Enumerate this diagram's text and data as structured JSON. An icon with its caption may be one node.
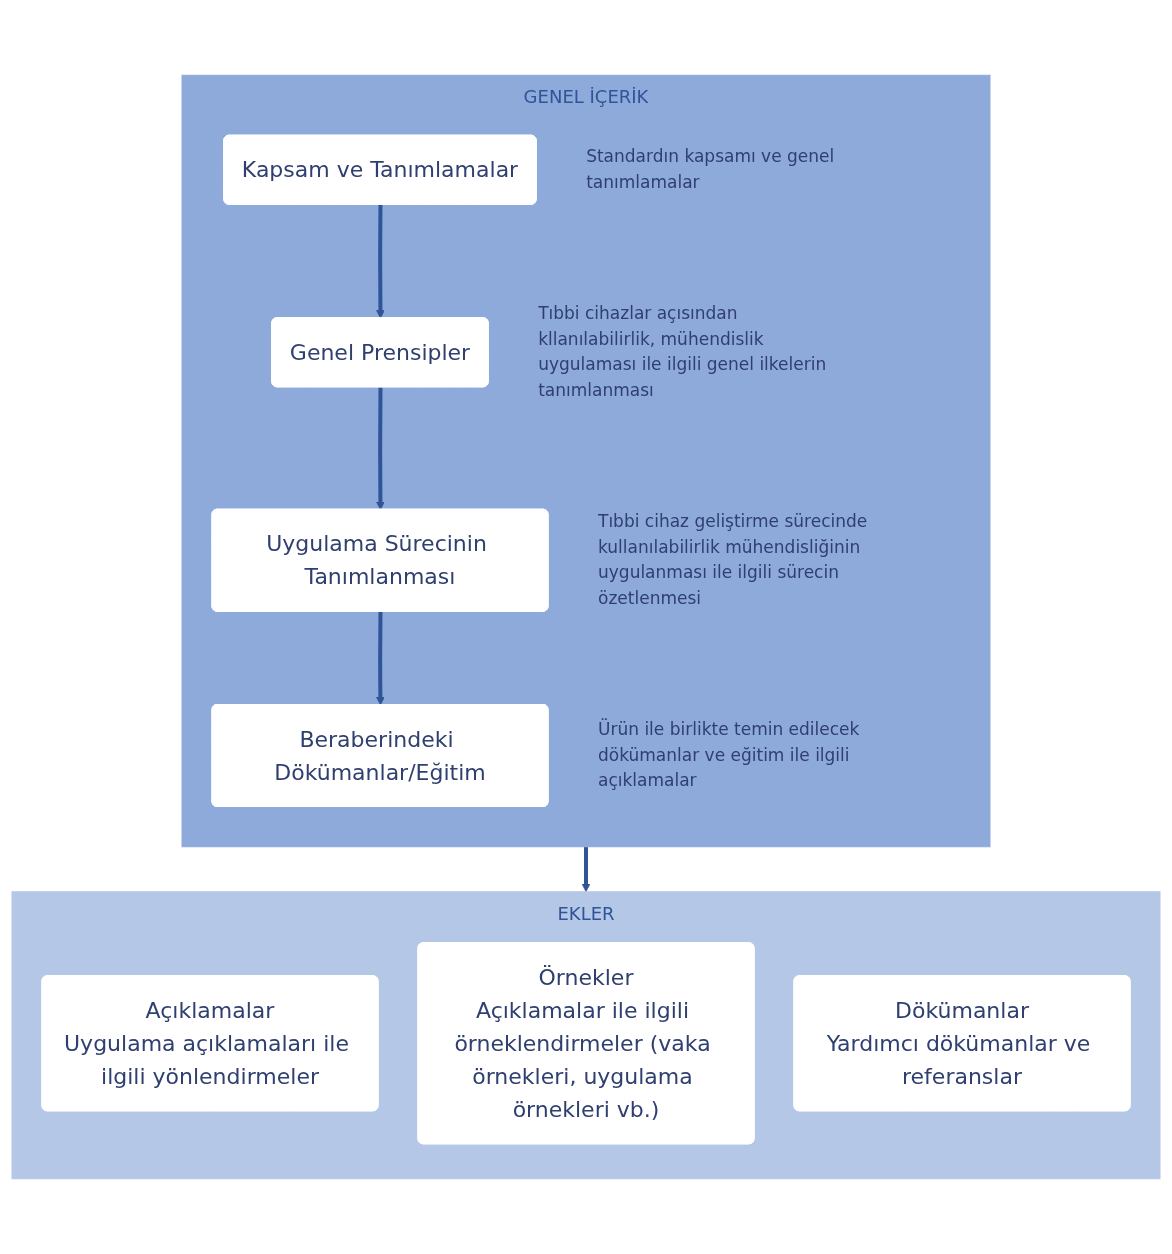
{
  "diagram": {
    "nodes": [
      {
        "text": [
          "GENEL İÇERİK"
        ]
      },
      {
        "text": [
          "Kapsam ve Tanımlamalar"
        ],
        "in": 0,
        "beside": [
          "Standardın kapsamı ve genel tanımlamalar"
        ]
      },
      {
        "text": [
          "Genel Prensipler"
        ],
        "in": 0,
        "beside": [
          "Tıbbi cihazlar açısından kllanılabilirlik, mühendislik uygulaması ile ilgili genel ilkelerin tanımlanması"
        ]
      },
      {
        "text": [
          "Uygulama Sürecinin Tanımlanması"
        ],
        "in": 0,
        "beside": [
          "Tıbbi cihaz geliştirme sürecinde kullanılabilirlik mühendisliğinin uygulanması ile ilgili sürecin özetlenmesi"
        ]
      },
      {
        "text": [
          "Beraberindeki Dökümanlar/Eğitim"
        ],
        "in": 0,
        "beside": [
          "Ürün ile birlikte temin edilecek dökümanlar ve eğitim ile ilgili açıklamalar"
        ]
      },
      {
        "text": [
          "EKLER"
        ]
      },
      {
        "text": [
          "Açıklamalar",
          "Uygulama açıklamaları ile ilgili yönlendirmeler"
        ],
        "in": 5
      },
      {
        "text": [
          "Örnekler",
          "Açıklamalar ile ilgili örneklendirmeler (vaka örnekleri, uygulama örnekleri vb.)"
        ],
        "in": 5
      },
      {
        "text": [
          "Dökümanlar",
          "Yardımcı dökümanlar ve referanslar"
        ],
        "in": 5
      }
    ],
    "edges": [
      {
        "from": 1,
        "to": 2,
        "arrow": "to"
      },
      {
        "from": 2,
        "to": 3,
        "arrow": "to"
      },
      {
        "from": 3,
        "to": 4,
        "arrow": "to"
      },
      {
        "from": 0,
        "to": 5,
        "arrow": "to"
      }
    ]
  }
}
